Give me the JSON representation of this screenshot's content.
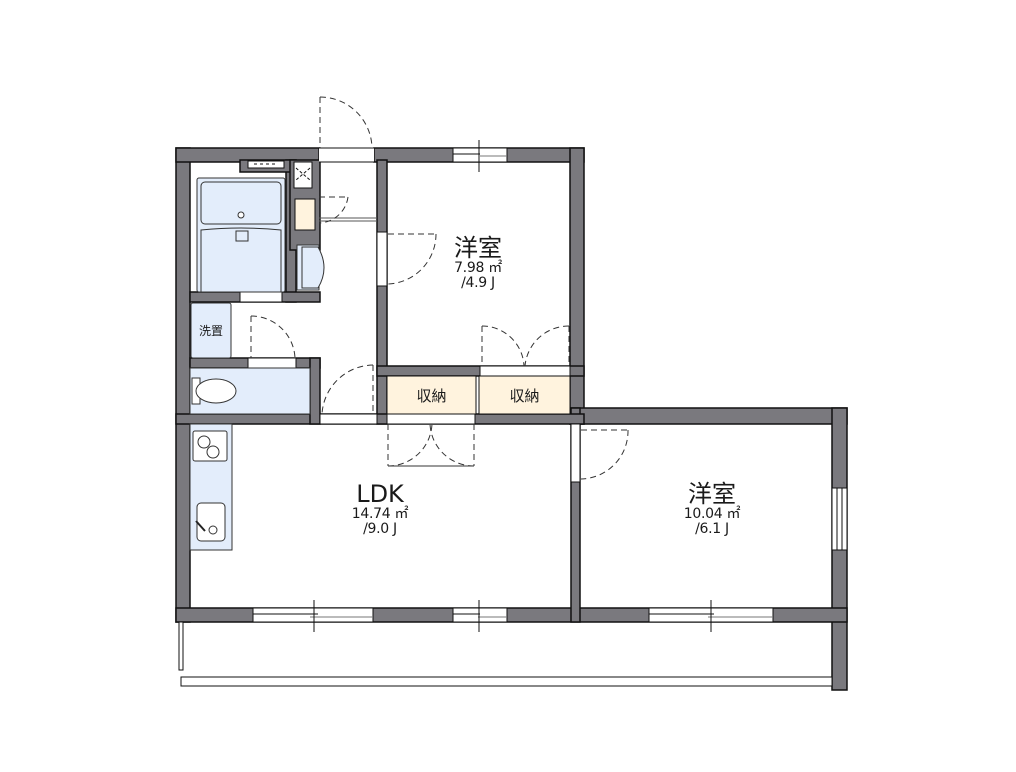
{
  "floorplan": {
    "colors": {
      "wall": "#7a797e",
      "wall_outline": "#111111",
      "wet_area": "#e3edfb",
      "storage": "#fff3de",
      "background": "#ffffff"
    },
    "rooms": [
      {
        "id": "western-room-1",
        "name": "洋室",
        "area": "7.98 ㎡",
        "jo": "/4.9 J"
      },
      {
        "id": "ldk",
        "name": "LDK",
        "area": "14.74 ㎡",
        "jo": "/9.0 J"
      },
      {
        "id": "western-room-2",
        "name": "洋室",
        "area": "10.04 ㎡",
        "jo": "/6.1 J"
      }
    ],
    "storage": [
      {
        "label": "収納"
      },
      {
        "label": "収納"
      }
    ],
    "fixtures": {
      "washing_machine": "洗置"
    }
  }
}
